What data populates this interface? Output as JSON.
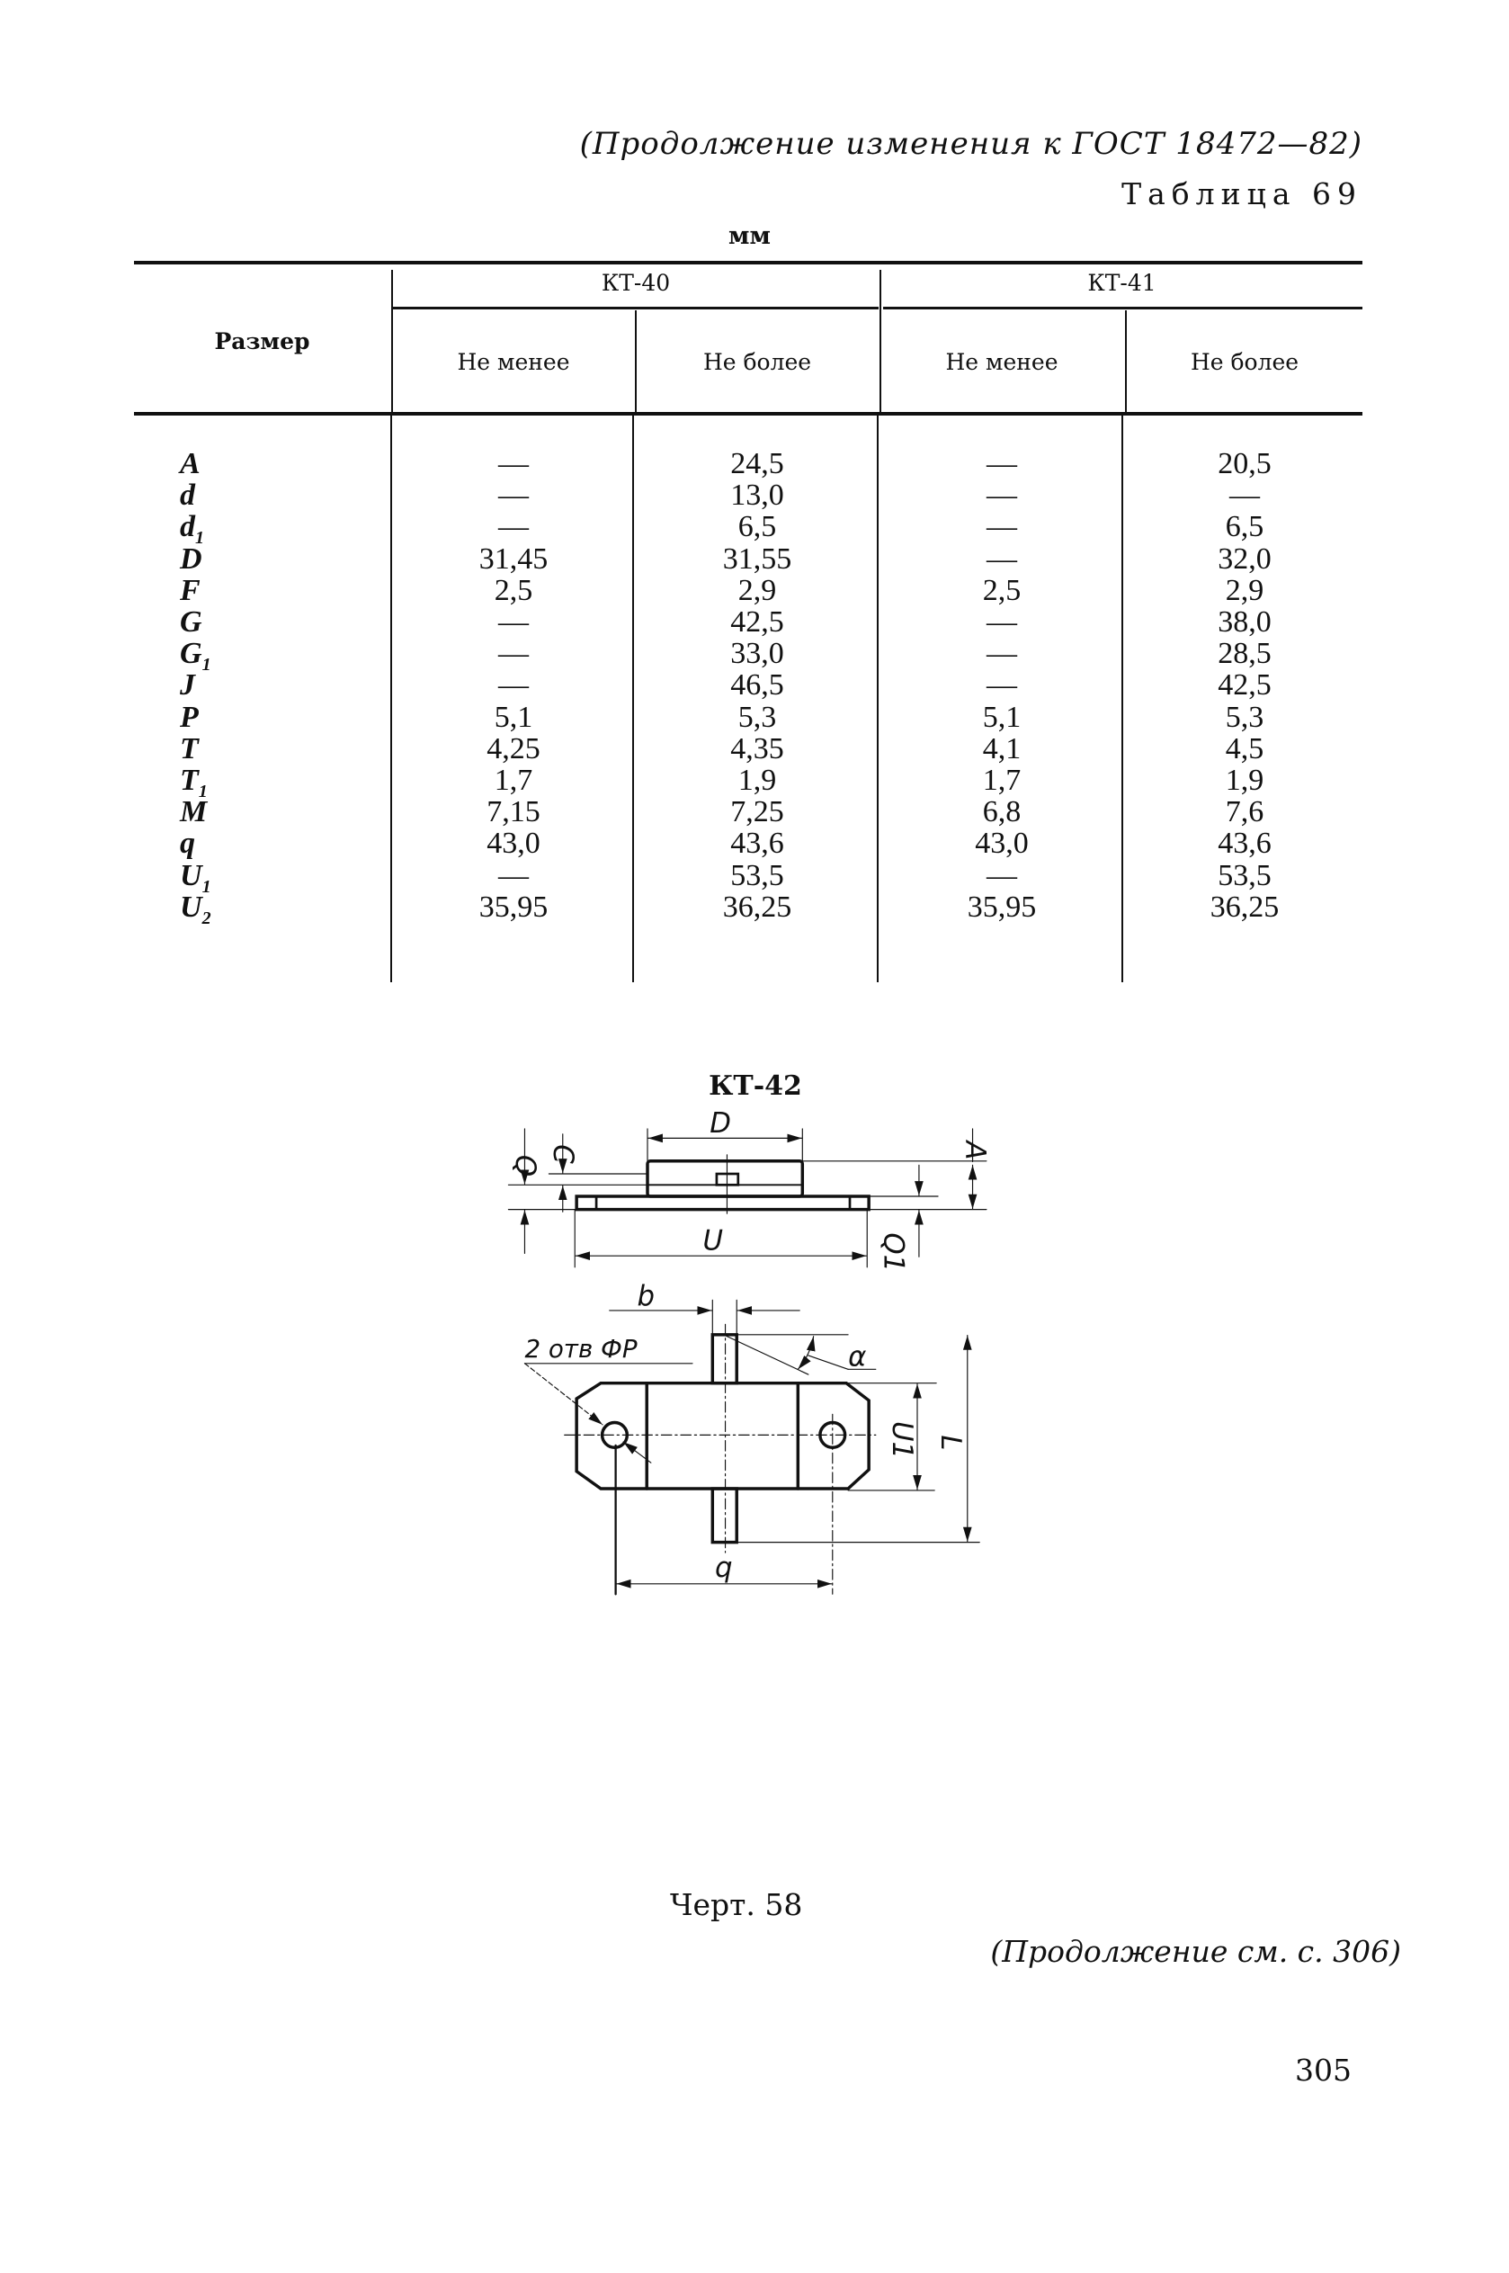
{
  "header": {
    "continuation": "(Продолжение изменения к ГОСТ 18472—82)",
    "table_label": "Таблица 69",
    "unit": "мм"
  },
  "table": {
    "col_size": "Размер",
    "groups": [
      "КТ-40",
      "КТ-41"
    ],
    "subcols": [
      "Не менее",
      "Не более",
      "Не менее",
      "Не более"
    ],
    "rows": [
      {
        "name": "A",
        "sub": "",
        "v": [
          "—",
          "24,5",
          "—",
          "20,5"
        ]
      },
      {
        "name": "d",
        "sub": "",
        "v": [
          "—",
          "13,0",
          "—",
          "—"
        ]
      },
      {
        "name": "d",
        "sub": "1",
        "v": [
          "—",
          "6,5",
          "—",
          "6,5"
        ]
      },
      {
        "name": "D",
        "sub": "",
        "v": [
          "31,45",
          "31,55",
          "—",
          "32,0"
        ]
      },
      {
        "name": "F",
        "sub": "",
        "v": [
          "2,5",
          "2,9",
          "2,5",
          "2,9"
        ]
      },
      {
        "name": "G",
        "sub": "",
        "v": [
          "—",
          "42,5",
          "—",
          "38,0"
        ]
      },
      {
        "name": "G",
        "sub": "1",
        "v": [
          "—",
          "33,0",
          "—",
          "28,5"
        ]
      },
      {
        "name": "J",
        "sub": "",
        "v": [
          "—",
          "46,5",
          "—",
          "42,5"
        ]
      },
      {
        "name": "P",
        "sub": "",
        "v": [
          "5,1",
          "5,3",
          "5,1",
          "5,3"
        ]
      },
      {
        "name": "T",
        "sub": "",
        "v": [
          "4,25",
          "4,35",
          "4,1",
          "4,5"
        ]
      },
      {
        "name": "T",
        "sub": "1",
        "v": [
          "1,7",
          "1,9",
          "1,7",
          "1,9"
        ]
      },
      {
        "name": "M",
        "sub": "",
        "v": [
          "7,15",
          "7,25",
          "6,8",
          "7,6"
        ]
      },
      {
        "name": "q",
        "sub": "",
        "v": [
          "43,0",
          "43,6",
          "43,0",
          "43,6"
        ]
      },
      {
        "name": "U",
        "sub": "1",
        "v": [
          "—",
          "53,5",
          "—",
          "53,5"
        ]
      },
      {
        "name": "U",
        "sub": "2",
        "v": [
          "35,95",
          "36,25",
          "35,95",
          "36,25"
        ]
      }
    ]
  },
  "drawing": {
    "title": "КТ-42",
    "labels": {
      "D": "D",
      "Q": "Q",
      "C": "C",
      "A": "A",
      "Q1": "Q1",
      "U": "U",
      "b": "b",
      "holes": "2 отв ФP",
      "alpha": "α",
      "U1": "U1",
      "L": "L",
      "q": "q"
    },
    "caption": "Черт. 58"
  },
  "footer": {
    "continuation": "(Продолжение см. с. 306)",
    "page_number": "305"
  }
}
